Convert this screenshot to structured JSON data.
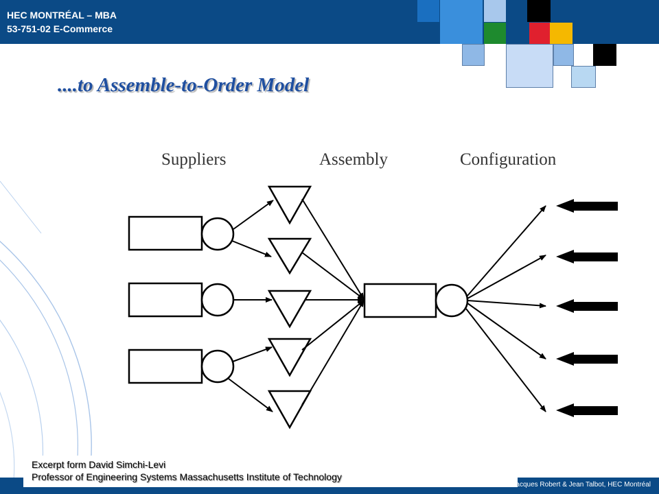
{
  "header": {
    "line1": "HEC MONTRÉAL – MBA",
    "line2": "53-751-02 E-Commerce"
  },
  "title": "....to Assemble-to-Order Model",
  "diagram": {
    "columns": [
      "Suppliers",
      "Assembly",
      "Configuration"
    ],
    "supplier_count": 3,
    "assembly_count": 5,
    "configuration_count": 5
  },
  "excerpt": {
    "line1": "Excerpt form David Simchi-Levi",
    "line2": "Professor of Engineering Systems Massachusetts Institute of Technology"
  },
  "footer": {
    "credit": "Jacques Robert & Jean Talbot, HEC Montréal"
  },
  "colors": {
    "header_blue": "#0b4a86",
    "title_blue": "#1f4fa0",
    "deco_red": "#e0202e",
    "deco_yellow": "#f5b800",
    "deco_green": "#1e8a2e"
  }
}
